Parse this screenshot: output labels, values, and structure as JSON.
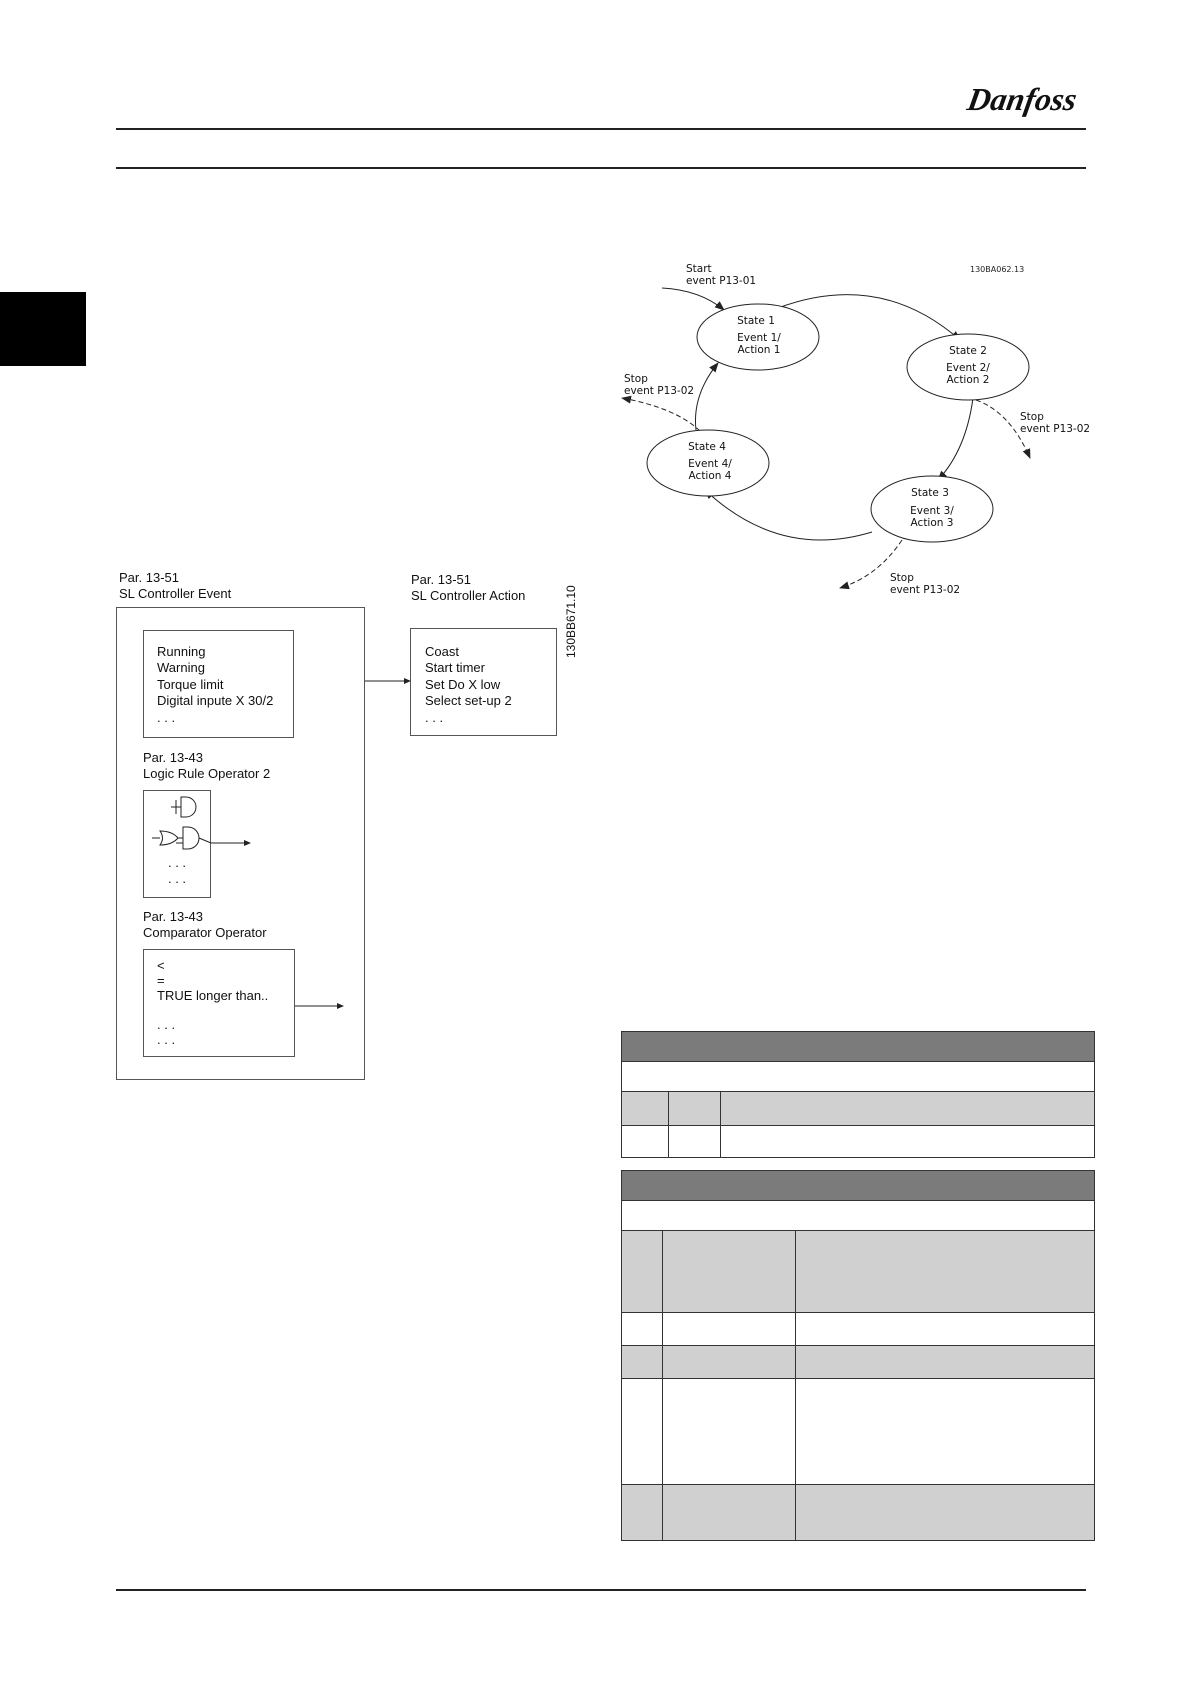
{
  "header": {
    "logo_text": "Danfoss"
  },
  "state_diagram": {
    "ref_code": "130BA062.13",
    "start_label": [
      "Start",
      "event P13-01"
    ],
    "states": [
      {
        "title": "State 1",
        "line2": "Event 1/",
        "line3": "Action 1"
      },
      {
        "title": "State 2",
        "line2": "Event 2/",
        "line3": "Action 2"
      },
      {
        "title": "State 3",
        "line2": "Event 3/",
        "line3": "Action 3"
      },
      {
        "title": "State 4",
        "line2": "Event 4/",
        "line3": "Action 4"
      }
    ],
    "stop_labels": [
      [
        "Stop",
        "event P13-02"
      ],
      [
        "Stop",
        "event P13-02"
      ],
      [
        "Stop",
        "event P13-02"
      ]
    ]
  },
  "controller_diagram": {
    "ref_code": "130BB671.10",
    "event_title": [
      "Par. 13-51",
      "SL Controller Event"
    ],
    "event_items": [
      "Running",
      "Warning",
      "Torque limit",
      "Digital inpute X 30/2",
      ". . ."
    ],
    "action_title": [
      "Par. 13-51",
      "SL Controller Action"
    ],
    "action_items": [
      "Coast",
      "Start timer",
      "Set Do X low",
      "Select set-up 2",
      ". . ."
    ],
    "logic_title": [
      "Par. 13-43",
      "Logic Rule Operator 2"
    ],
    "logic_dots": [
      ". . .",
      ". . ."
    ],
    "comparator_title": [
      "Par. 13-43",
      "Comparator Operator"
    ],
    "comparator_items": [
      "<",
      "=",
      "TRUE longer than..",
      "",
      ". . .",
      ". . ."
    ]
  }
}
